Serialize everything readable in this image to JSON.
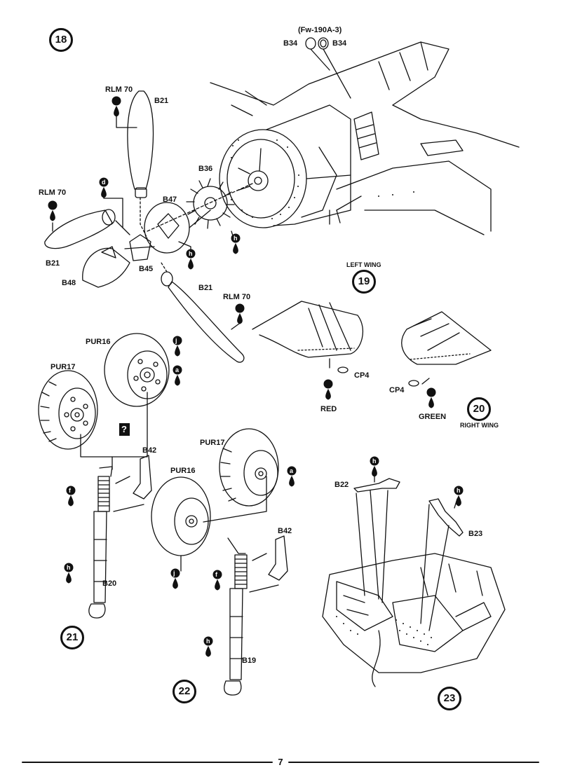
{
  "page_number": "7",
  "steps": {
    "s18": "18",
    "s19": "19",
    "s20": "20",
    "s21": "21",
    "s22": "22",
    "s23": "23"
  },
  "labels": {
    "fw_variant": "(Fw-190A-3)",
    "b34_left": "B34",
    "b34_right": "B34",
    "rlm70_top": "RLM 70",
    "b21_top": "B21",
    "b36": "B36",
    "b47": "B47",
    "rlm70_left": "RLM 70",
    "b21_left": "B21",
    "b45": "B45",
    "b48": "B48",
    "b21_bottom": "B21",
    "rlm70_bottom": "RLM 70",
    "left_wing": "LEFT WING",
    "right_wing": "RIGHT WING",
    "cp4_left": "CP4",
    "cp4_right": "CP4",
    "red": "RED",
    "green": "GREEN",
    "pur16_a": "PUR16",
    "pur17_a": "PUR17",
    "question": "?",
    "b42_a": "B42",
    "b20": "B20",
    "pur17_b": "PUR17",
    "pur16_b": "PUR16",
    "b42_b": "B42",
    "b19": "B19",
    "b22": "B22",
    "b23": "B23"
  },
  "paint_markers": [
    "d",
    "h",
    "h",
    "h",
    "j",
    "a",
    "f",
    "h",
    "a",
    "j",
    "f",
    "h",
    "h",
    "h"
  ],
  "colors": {
    "ink": "#111111",
    "paper": "#ffffff",
    "shade": "#e8e8e8"
  }
}
